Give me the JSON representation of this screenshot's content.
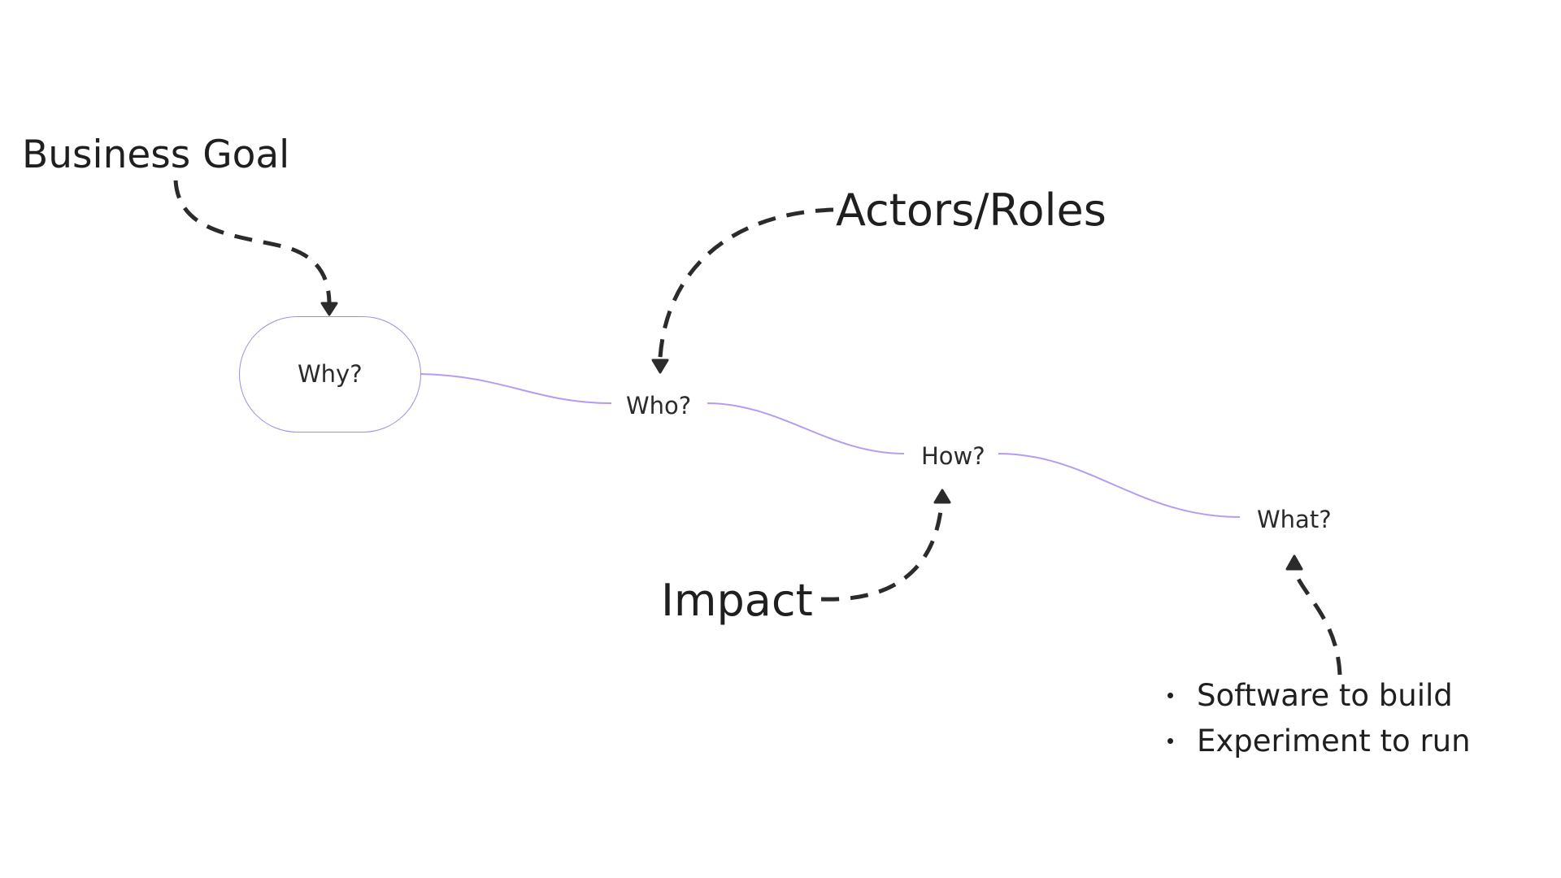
{
  "diagram": {
    "nodes": {
      "why": "Why?",
      "who": "Who?",
      "how": "How?",
      "what": "What?"
    },
    "annotations": {
      "business_goal": "Business Goal",
      "actors_roles": "Actors/Roles",
      "impact": "Impact",
      "deliverables": [
        "Software to build",
        "Experiment to run"
      ]
    },
    "colors": {
      "connector": "#b59cf0",
      "pill_border": "#9b8fe0",
      "arrow": "#2b2b2b",
      "text": "#1f1f1f"
    }
  }
}
